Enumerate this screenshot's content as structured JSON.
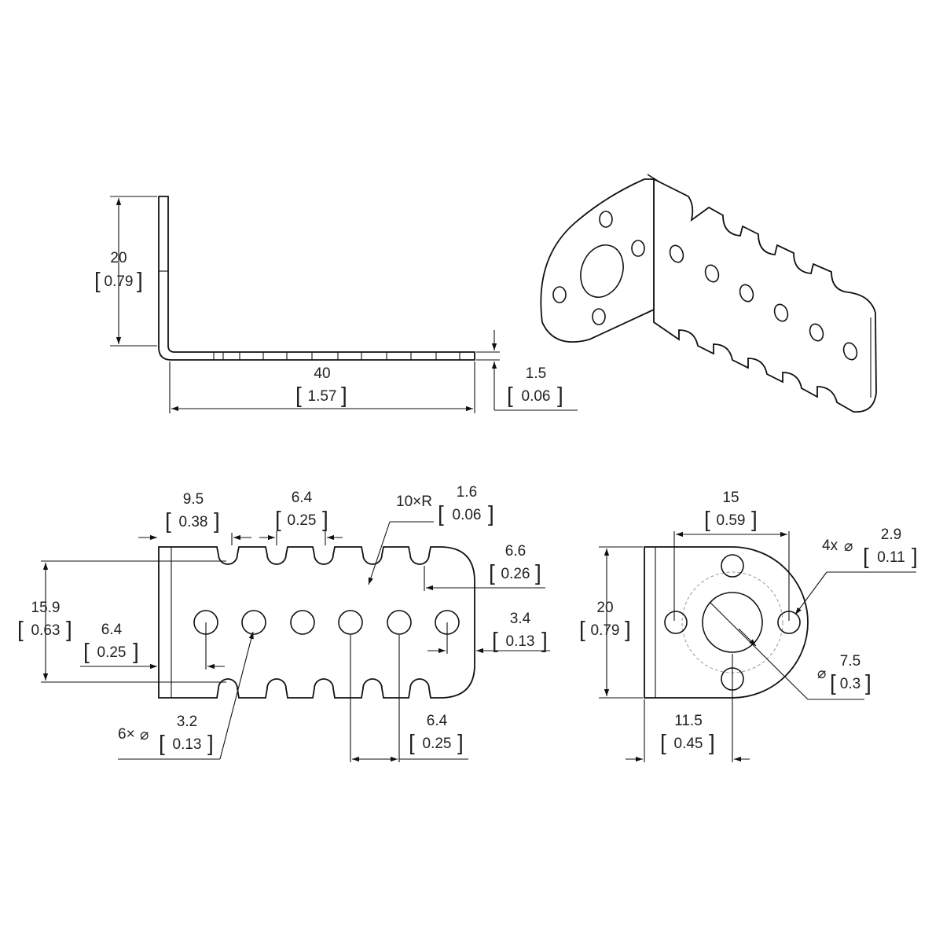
{
  "side_view": {
    "height": {
      "mm": "20",
      "in": "0.79"
    },
    "length": {
      "mm": "40",
      "in": "1.57"
    },
    "thickness": {
      "mm": "1.5",
      "in": "0.06"
    }
  },
  "top_view": {
    "notch_offset": {
      "mm": "9.5",
      "in": "0.38"
    },
    "notch_pitch": {
      "mm": "6.4",
      "in": "0.25"
    },
    "notch_radius": {
      "prefix": "10×R",
      "mm": "1.6",
      "in": "0.06"
    },
    "end_offset": {
      "mm": "6.6",
      "in": "0.26"
    },
    "row_span": {
      "mm": "15.9",
      "in": "0.63"
    },
    "hole_row_offset": {
      "mm": "6.4",
      "in": "0.25"
    },
    "hole_edge": {
      "mm": "3.4",
      "in": "0.13"
    },
    "hole_diameter": {
      "prefix": "6×",
      "mm": "3.2",
      "in": "0.13"
    },
    "hole_pitch": {
      "mm": "6.4",
      "in": "0.25"
    }
  },
  "end_view": {
    "bolt_spacing": {
      "mm": "15",
      "in": "0.59"
    },
    "bolt_hole": {
      "prefix": "4x",
      "mm": "2.9",
      "in": "0.11"
    },
    "height": {
      "mm": "20",
      "in": "0.79"
    },
    "center_hole": {
      "mm": "7.5",
      "in": "0.3"
    },
    "center_offset": {
      "mm": "11.5",
      "in": "0.45"
    }
  }
}
